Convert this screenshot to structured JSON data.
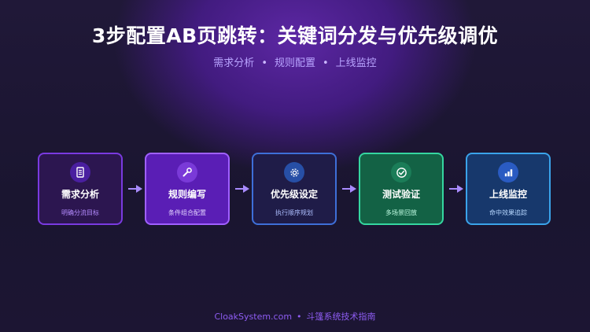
{
  "title": "3步配置AB页跳转：关键词分发与优先级调优",
  "subtitle": {
    "items": [
      "需求分析",
      "规则配置",
      "上线监控"
    ],
    "separator": "•"
  },
  "steps": [
    {
      "name": "需求分析",
      "desc": "明确分流目标",
      "icon": "document-list-icon"
    },
    {
      "name": "规则编写",
      "desc": "条件组合配置",
      "icon": "wrench-icon"
    },
    {
      "name": "优先级设定",
      "desc": "执行顺序规划",
      "icon": "gear-icon"
    },
    {
      "name": "测试验证",
      "desc": "多场景回放",
      "icon": "check-circle-icon"
    },
    {
      "name": "上线监控",
      "desc": "命中效果追踪",
      "icon": "bar-chart-icon"
    }
  ],
  "footer": {
    "site": "CloakSystem.com",
    "separator": "•",
    "text": "斗篷系统技术指南"
  },
  "colors": {
    "arrow": "#a98bff",
    "accent": "#8e5cf2"
  }
}
